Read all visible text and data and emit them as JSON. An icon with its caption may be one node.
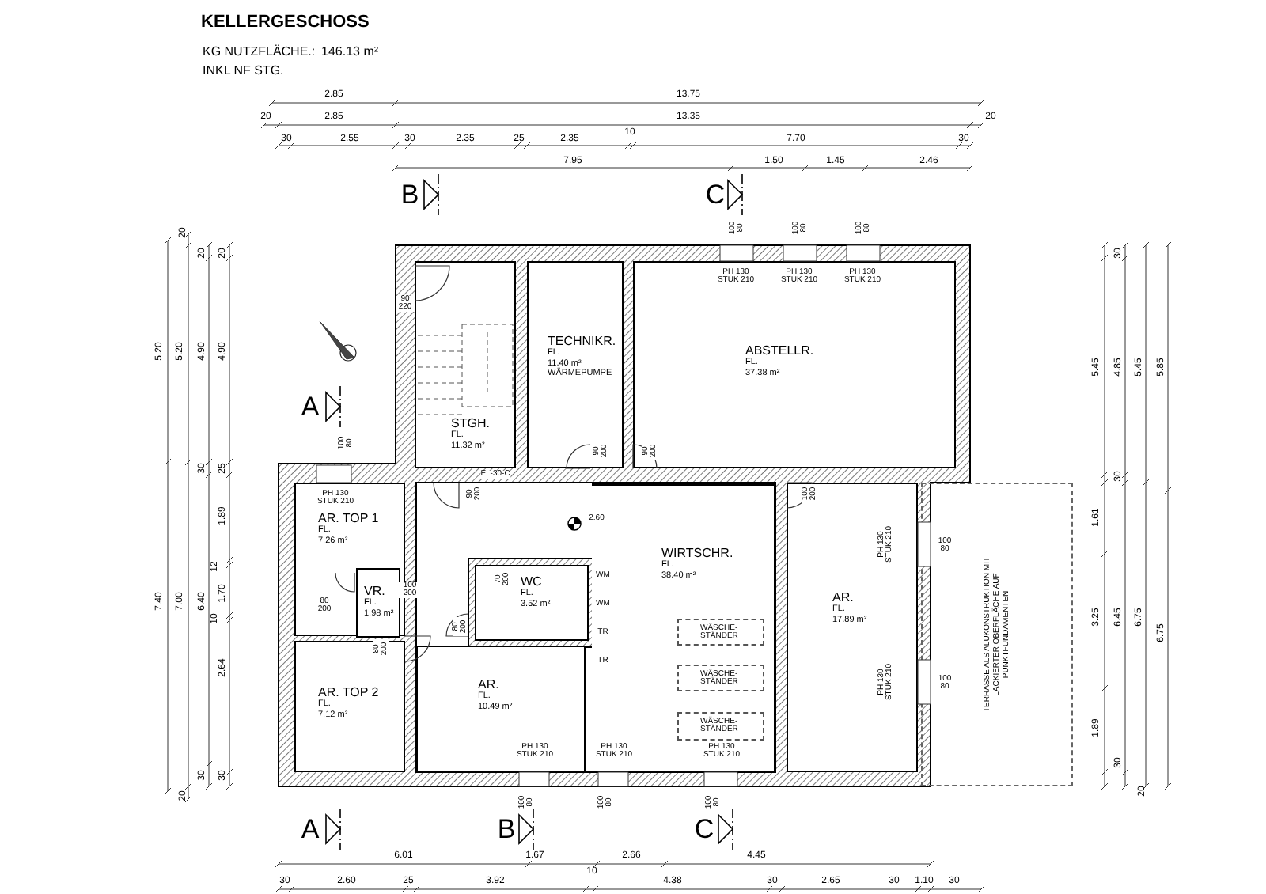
{
  "diagram": {
    "title": "KELLERGESCHOSS",
    "nodes": [
      {
        "text": [
          "STGH.",
          "FL.",
          "11.32 m²"
        ]
      },
      {
        "text": [
          "TECHNIKR.",
          "FL.",
          "11.40 m²",
          "WÄRMEPUMPE"
        ]
      },
      {
        "text": [
          "ABSTELLR.",
          "FL.",
          "37.38 m²"
        ]
      },
      {
        "text": [
          "AR. TOP 1",
          "FL.",
          "7.26 m²"
        ]
      },
      {
        "text": [
          "WIRTSCHR.",
          "FL.",
          "38.40 m²"
        ]
      },
      {
        "text": [
          "AR.",
          "FL.",
          "17.89 m²"
        ]
      },
      {
        "text": [
          "VR.",
          "FL.",
          "1.98 m²"
        ],
        "in": 3
      },
      {
        "text": [
          "WC",
          "FL.",
          "3.52 m²"
        ]
      },
      {
        "text": [
          "WÄSCHE- STÄNDER"
        ],
        "in": 4
      },
      {
        "text": [
          "WÄSCHE- STÄNDER"
        ],
        "in": 4
      },
      {
        "text": [
          "WÄSCHE- STÄNDER"
        ],
        "in": 4
      },
      {
        "text": [
          "AR. TOP 2",
          "FL.",
          "7.12 m²"
        ]
      },
      {
        "text": [
          "AR.",
          "FL.",
          "10.49 m²"
        ]
      },
      {
        "text": [
          "TERRASSE ALS ALUKONSTRUKTION MIT LACKIERTER OBERFLÄCHE AUF PUNKTFUNDAMENTEN"
        ]
      }
    ],
    "labels": [
      "KG NUTZFLÄCHE.:",
      "146.13 m²",
      "INKL NF STG.",
      "2.85",
      "13.75",
      "20",
      "2.85",
      "13.35",
      "20",
      "30",
      "2.55",
      "30",
      "2.35",
      "25",
      "2.35",
      "10",
      "7.70",
      "30",
      "7.95",
      "1.50",
      "1.45",
      "2.46",
      "B",
      "C",
      "100 80",
      "100 80",
      "100 80",
      "5.20",
      "7.40",
      "20",
      "5.20",
      "7.00",
      "20",
      "20",
      "4.90",
      "30",
      "6.40",
      "30",
      "20",
      "4.90",
      "25",
      "1.89",
      "12",
      "1.70",
      "10",
      "2.64",
      "30",
      "PH 130 STUK 210",
      "PH 130 STUK 210",
      "PH 130 STUK 210",
      "90 220",
      "A",
      "100 80",
      "E: -30-C",
      "90 200",
      "90 200",
      "PH 130 STUK 210",
      "90 200",
      "100 200",
      "2.60",
      "80 200",
      "100 200",
      "70 200",
      "80 200",
      "80 200",
      "WM",
      "WM",
      "TR",
      "TR",
      "PH 130 STUK 210",
      "100 80",
      "PH 130 STUK 210",
      "100 80",
      "PH 130 STUK 210",
      "PH 130 STUK 210",
      "PH 130 STUK 210",
      "5.45",
      "1.61",
      "3.25",
      "1.89",
      "30",
      "4.85",
      "30",
      "6.45",
      "30",
      "5.45",
      "6.75",
      "5.85",
      "6.75",
      "20",
      "100 80",
      "100 80",
      "100 80",
      "A",
      "B",
      "C",
      "6.01",
      "1.67",
      "2.66",
      "4.45",
      "30",
      "2.60",
      "25",
      "3.92",
      "10",
      "4.38",
      "30",
      "2.65",
      "30",
      "1.10",
      "30"
    ]
  }
}
